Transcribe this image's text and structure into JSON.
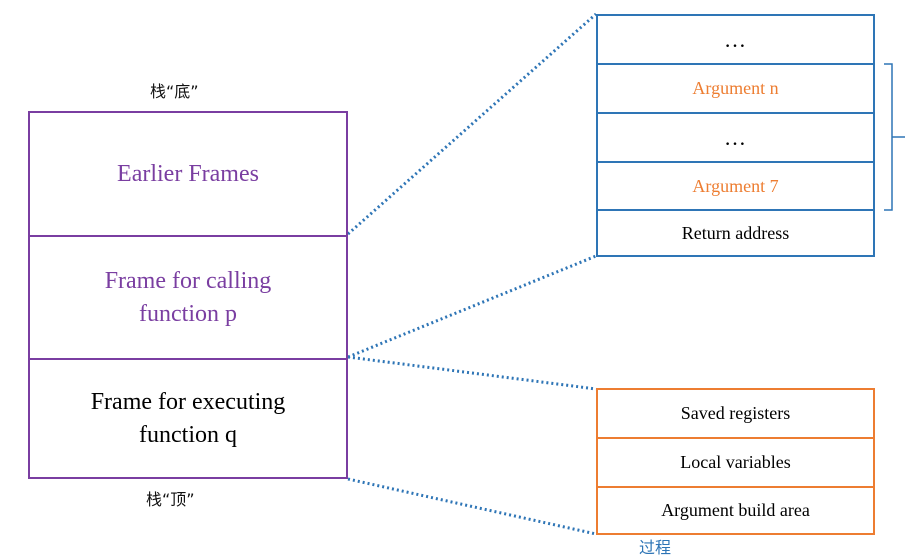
{
  "labels": {
    "stack_bottom": "栈“底”",
    "stack_top": "栈“顶”",
    "caption": "过程"
  },
  "stack": {
    "earlier": "Earlier Frames",
    "caller_line1": "Frame for calling",
    "caller_line2": "function p",
    "exec_line1": "Frame for executing",
    "exec_line2": "function q"
  },
  "caller_frame": {
    "cells": [
      "…",
      "Argument n",
      "…",
      "Argument 7",
      "Return address"
    ]
  },
  "exec_frame": {
    "cells": [
      "Saved registers",
      "Local variables",
      "Argument build area"
    ]
  },
  "colors": {
    "purple": "#7a3ea1",
    "blue": "#2e75b6",
    "orange": "#ed7d31"
  }
}
